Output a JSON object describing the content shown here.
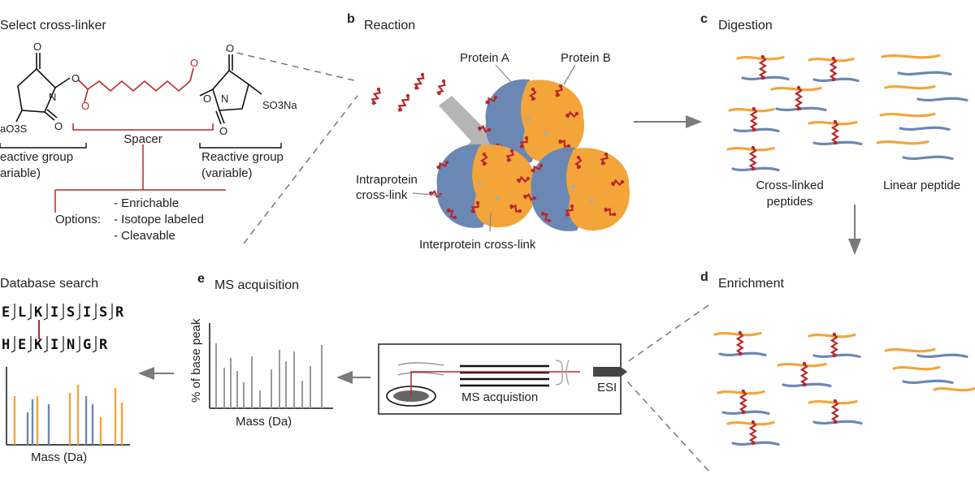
{
  "panels": {
    "a": {
      "title": "Select cross-linker"
    },
    "b": {
      "letter": "b",
      "title": "Reaction"
    },
    "c": {
      "letter": "c",
      "title": "Digestion"
    },
    "d": {
      "letter": "d",
      "title": "Enrichment"
    },
    "e": {
      "letter": "e",
      "title": "MS acquisition"
    },
    "f": {
      "title": "Database search"
    }
  },
  "linker": {
    "so3na_left": "aO3S",
    "so3na_right": "SO3Na",
    "spacer": "Spacer",
    "reactive_left_1": "eactive group",
    "reactive_left_2": "ariable)",
    "reactive_right_1": "Reactive group",
    "reactive_right_2": "(variable)",
    "options_label": "Options:",
    "options": [
      "- Enrichable",
      "- Isotope labeled",
      "- Cleavable"
    ]
  },
  "reaction": {
    "protein_a": "Protein A",
    "protein_b": "Protein B",
    "intra_1": "Intraprotein",
    "intra_2": "cross-link",
    "inter": "Interprotein cross-link"
  },
  "digestion": {
    "crosslinked_1": "Cross-linked",
    "crosslinked_2": "peptides",
    "linear": "Linear peptide"
  },
  "ms": {
    "instrument": "MS acquistion",
    "esi": "ESI",
    "ylabel": "% of base peak",
    "xlabel": "Mass (Da)"
  },
  "search": {
    "seq1": [
      "E",
      "L",
      "K",
      "I",
      "S",
      "I",
      "S",
      "R"
    ],
    "seq2": [
      "H",
      "E",
      "K",
      "I",
      "N",
      "G",
      "R"
    ],
    "xlabel": "Mass (Da)"
  },
  "colors": {
    "orange": "#f3a53a",
    "blue": "#6b88b5",
    "linker_red": "#b8282b",
    "arrow_grey": "#7a7a7a"
  }
}
